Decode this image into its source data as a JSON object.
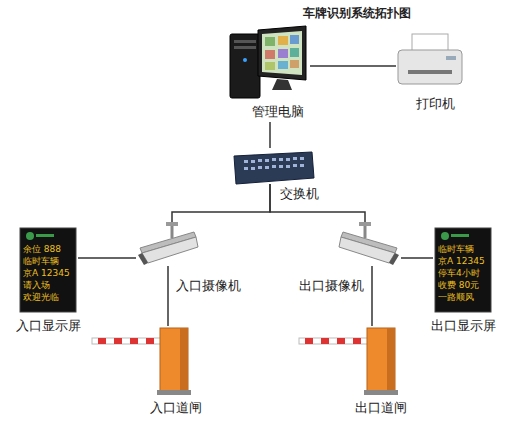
{
  "diagram": {
    "title": "车牌识别系统拓扑图",
    "nodes": [
      {
        "text": [
          "管理电脑"
        ]
      },
      {
        "text": [
          "打印机"
        ]
      },
      {
        "text": [
          "交换机"
        ]
      },
      {
        "text": [
          "入口显示屏"
        ]
      },
      {
        "text": [
          "入口摄像机"
        ]
      },
      {
        "text": [
          "出口摄像机"
        ]
      },
      {
        "text": [
          "出口显示屏"
        ]
      },
      {
        "text": [
          "入口道闸"
        ]
      },
      {
        "text": [
          "出口道闸"
        ]
      }
    ],
    "edges": [
      {
        "from": 0,
        "to": 1,
        "arrow": "none"
      },
      {
        "from": 0,
        "to": 2,
        "arrow": "none"
      },
      {
        "from": 2,
        "to": 4,
        "arrow": "none"
      },
      {
        "from": 2,
        "to": 5,
        "arrow": "none"
      },
      {
        "from": 4,
        "to": 3,
        "arrow": "none"
      },
      {
        "from": 4,
        "to": 7,
        "arrow": "none"
      },
      {
        "from": 5,
        "to": 6,
        "arrow": "none"
      },
      {
        "from": 5,
        "to": 8,
        "arrow": "none"
      }
    ],
    "labels": [
      "余位 888",
      "临时车辆",
      "京A 12345",
      "请入场",
      "欢迎光临",
      "临时车辆",
      "京A 12345",
      "停车4小时",
      "收费 80元",
      "一路顺风"
    ]
  }
}
